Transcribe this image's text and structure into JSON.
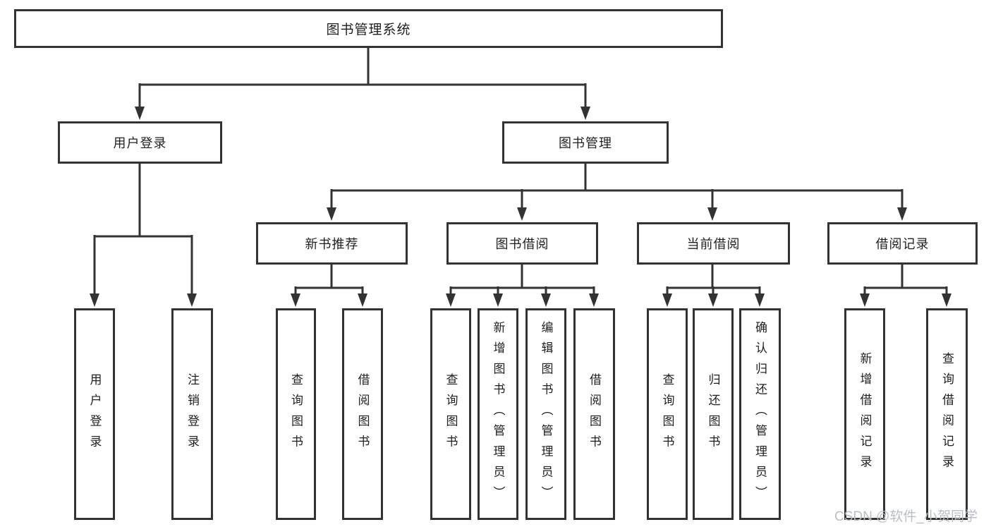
{
  "tree": {
    "root": {
      "label": "图书管理系统",
      "children": [
        {
          "label": "用户登录",
          "children": [
            {
              "label": "用户登录"
            },
            {
              "label": "注销登录"
            }
          ]
        },
        {
          "label": "图书管理",
          "children": [
            {
              "label": "新书推荐",
              "children": [
                {
                  "label": "查询图书"
                },
                {
                  "label": "借阅图书"
                }
              ]
            },
            {
              "label": "图书借阅",
              "children": [
                {
                  "label": "查询图书"
                },
                {
                  "label": "新增图书（管理员）"
                },
                {
                  "label": "编辑图书（管理员）"
                },
                {
                  "label": "借阅图书"
                }
              ]
            },
            {
              "label": "当前借阅",
              "children": [
                {
                  "label": "查询图书"
                },
                {
                  "label": "归还图书"
                },
                {
                  "label": "确认归还（管理员）"
                }
              ]
            },
            {
              "label": "借阅记录",
              "children": [
                {
                  "label": "新增借阅记录"
                },
                {
                  "label": "查询借阅记录"
                }
              ]
            }
          ]
        }
      ]
    }
  },
  "watermark": {
    "text": "CSDN @软件_小贺同学"
  },
  "colors": {
    "line": "#333333",
    "text": "#1f1f1f",
    "node_fill": "#ffffff",
    "watermark": "#b9bdc6",
    "background": "#ffffff"
  }
}
